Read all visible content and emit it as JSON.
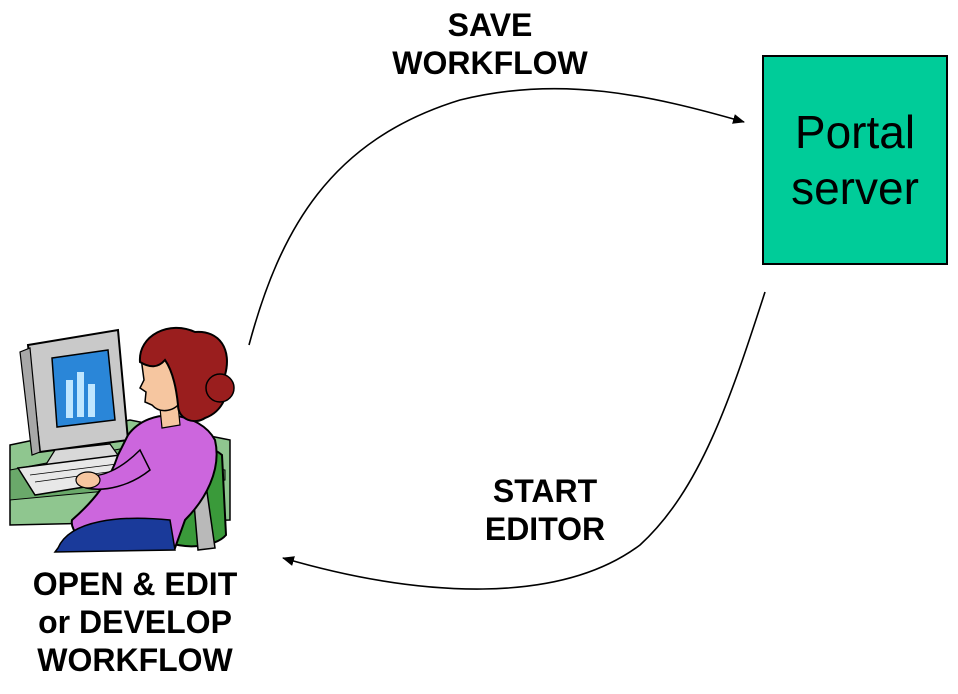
{
  "diagram": {
    "server": {
      "line1": "Portal",
      "line2": "server",
      "color": "#00cc99"
    },
    "save_arrow": {
      "line1": "SAVE",
      "line2": "WORKFLOW"
    },
    "start_arrow": {
      "line1": "START",
      "line2": "EDITOR"
    },
    "user": {
      "line1": "OPEN & EDIT",
      "line2": "or DEVELOP",
      "line3": "WORKFLOW",
      "icon": "person-at-computer-icon"
    }
  }
}
